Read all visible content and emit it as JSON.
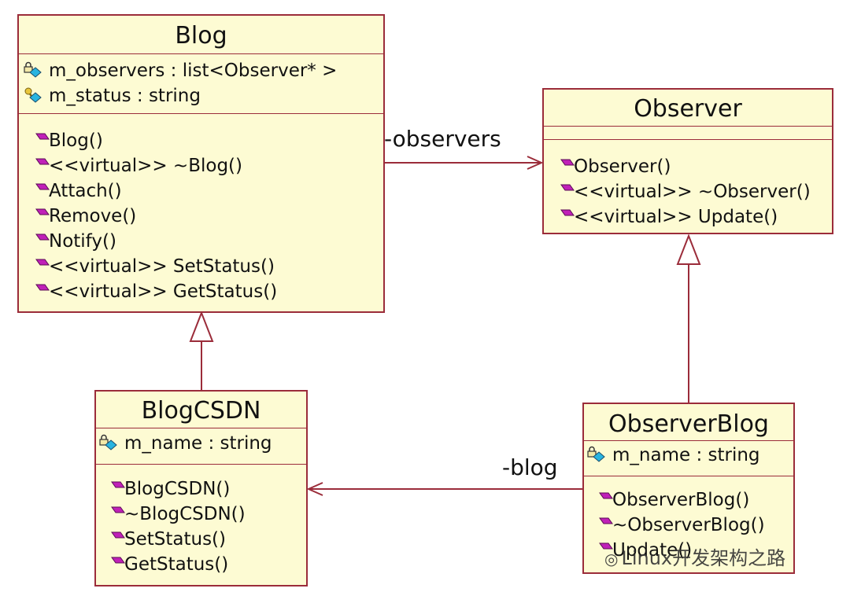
{
  "relations": {
    "observers_label": "-observers",
    "blog_label": "-blog"
  },
  "classes": {
    "blog": {
      "name": "Blog",
      "attributes": [
        "m_observers : list<Observer* >",
        "m_status : string"
      ],
      "operations": [
        "Blog()",
        "<<virtual>> ~Blog()",
        "Attach()",
        "Remove()",
        "Notify()",
        "<<virtual>> SetStatus()",
        "<<virtual>> GetStatus()"
      ]
    },
    "observer": {
      "name": "Observer",
      "operations": [
        "Observer()",
        "<<virtual>> ~Observer()",
        "<<virtual>> Update()"
      ]
    },
    "blog_csdn": {
      "name": "BlogCSDN",
      "attributes": [
        "m_name : string"
      ],
      "operations": [
        "BlogCSDN()",
        "~BlogCSDN()",
        "SetStatus()",
        "GetStatus()"
      ]
    },
    "observer_blog": {
      "name": "ObserverBlog",
      "attributes": [
        "m_name : string"
      ],
      "operations": [
        "ObserverBlog()",
        "~ObserverBlog()",
        "Update()"
      ]
    }
  },
  "icons": {
    "private_attribute": "lock-icon",
    "protected_attribute": "key-icon",
    "public_operation": "diamond-icon"
  },
  "colors": {
    "class_fill": "#fdfbd3",
    "class_border": "#9b2c3a",
    "operation_icon": "#c020b8",
    "attribute_icon": "#28b4e0"
  },
  "watermark": "Linux开发架构之路"
}
